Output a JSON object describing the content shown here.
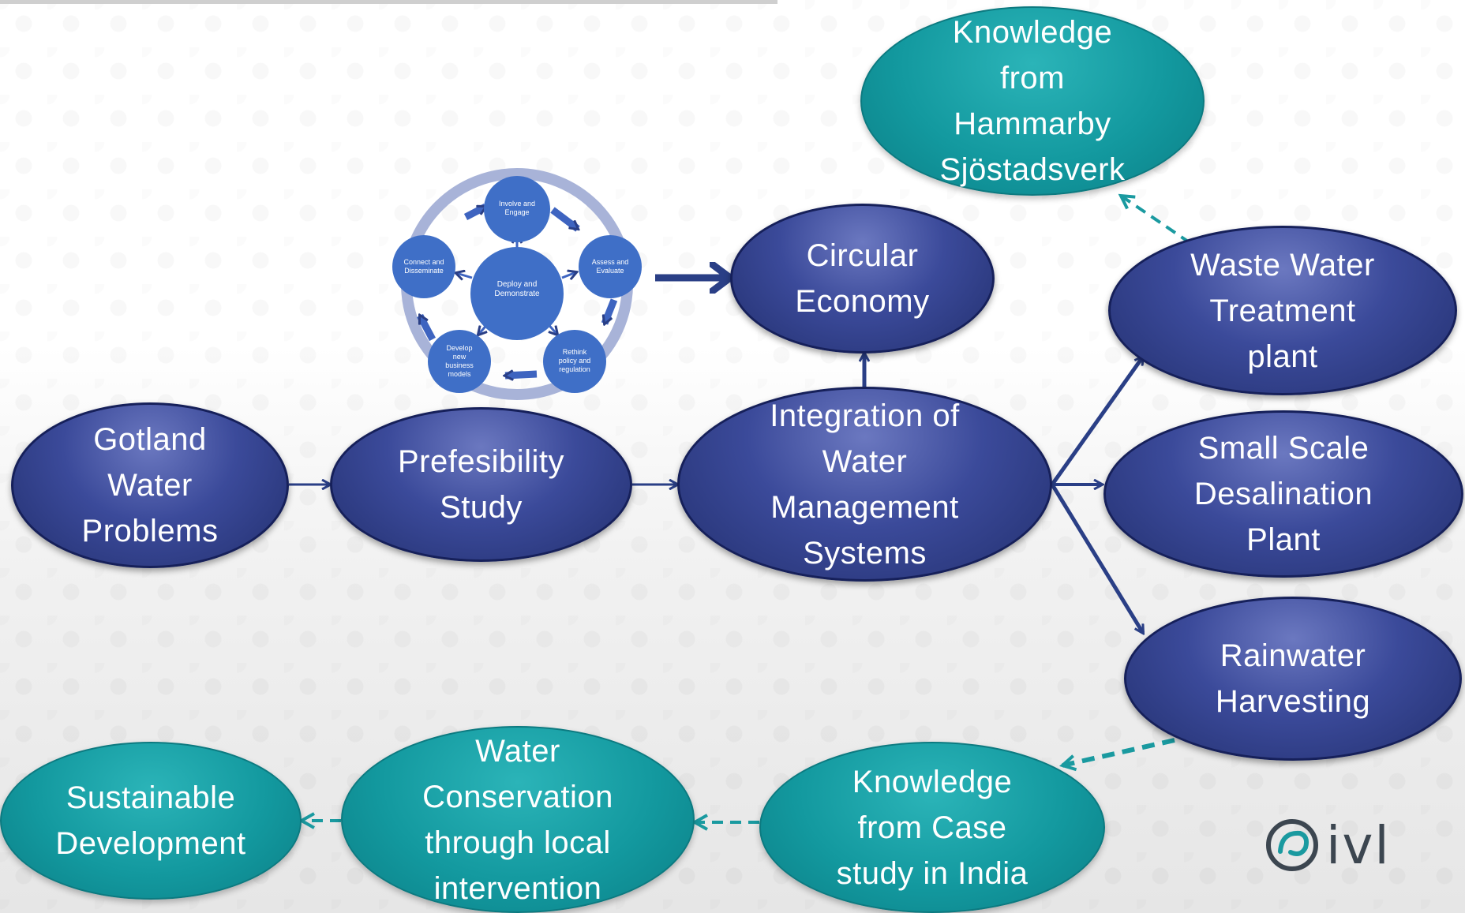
{
  "nodes": {
    "gotland": "Gotland\nWater\nProblems",
    "prefeasibility": "Prefesibility\nStudy",
    "integration": "Integration of\nWater\nManagement\nSystems",
    "circular": "Circular\nEconomy",
    "hammarby": "Knowledge\nfrom\nHammarby\nSjöstadsverk",
    "wastewater": "Waste Water\nTreatment\nplant",
    "desalination": "Small Scale\nDesalination\nPlant",
    "rainwater": "Rainwater\nHarvesting",
    "india": "Knowledge\nfrom Case\nstudy in India",
    "conservation": "Water\nConservation\nthrough local\nintervention",
    "sustainable": "Sustainable\nDevelopment"
  },
  "cycle": {
    "center": "Deploy and\nDemonstrate",
    "top": "Involve and\nEngage",
    "right": "Assess and\nEvaluate",
    "bottom_right": "Rethink\npolicy and\nregulation",
    "bottom_left": "Develop\nnew\nbusiness\nmodels",
    "left": "Connect and\nDisseminate"
  },
  "logo": {
    "text": "ivl",
    "icon": "ivl-swirl-icon"
  },
  "colors": {
    "blue_node": "#2c3a84",
    "teal_node": "#13999f",
    "arrow_blue": "#2a3f86",
    "arrow_teal": "#1a9aa0"
  }
}
